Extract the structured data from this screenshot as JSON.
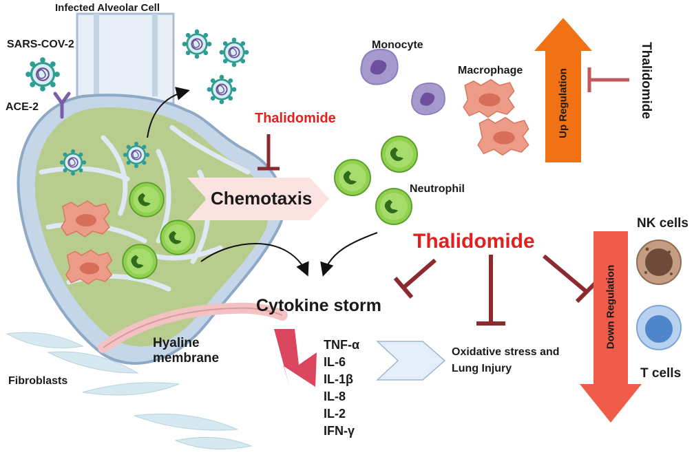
{
  "cell_labels": {
    "infected_alveolar_cell": "Infected Alveolar Cell",
    "virus": "SARS-COV-2",
    "receptor": "ACE-2",
    "fibroblasts": "Fibroblasts",
    "hyaline_membrane": "Hyaline membrane",
    "monocyte": "Monocyte",
    "macrophage": "Macrophage",
    "neutrophil": "Neutrophil",
    "nk_cells": "NK cells",
    "t_cells": "T cells"
  },
  "process_labels": {
    "chemotaxis": "Chemotaxis",
    "cytokine_storm": "Cytokine storm",
    "oxidative_stress": "Oxidative stress and Lung Injury",
    "up_regulation": "Up Regulation",
    "down_regulation": "Down Regulation"
  },
  "drug": {
    "name": "Thalidomide",
    "color": "#e3201f",
    "inhibit_color": "#8b2a2f"
  },
  "cytokines": [
    "TNF-α",
    "IL-6",
    "IL-1β",
    "IL-8",
    "IL-2",
    "IFN-γ"
  ],
  "colors": {
    "up_arrow": "#f07214",
    "down_arrow": "#ef5d4a",
    "lung_tissue": "#b8cc8e",
    "neutrophil": "#7cc242",
    "monocyte": "#9b86c6",
    "macrophage": "#e9877a",
    "virus": "#2f9d94",
    "nk_cell": "#a97c68",
    "t_cell": "#8fb4df"
  }
}
